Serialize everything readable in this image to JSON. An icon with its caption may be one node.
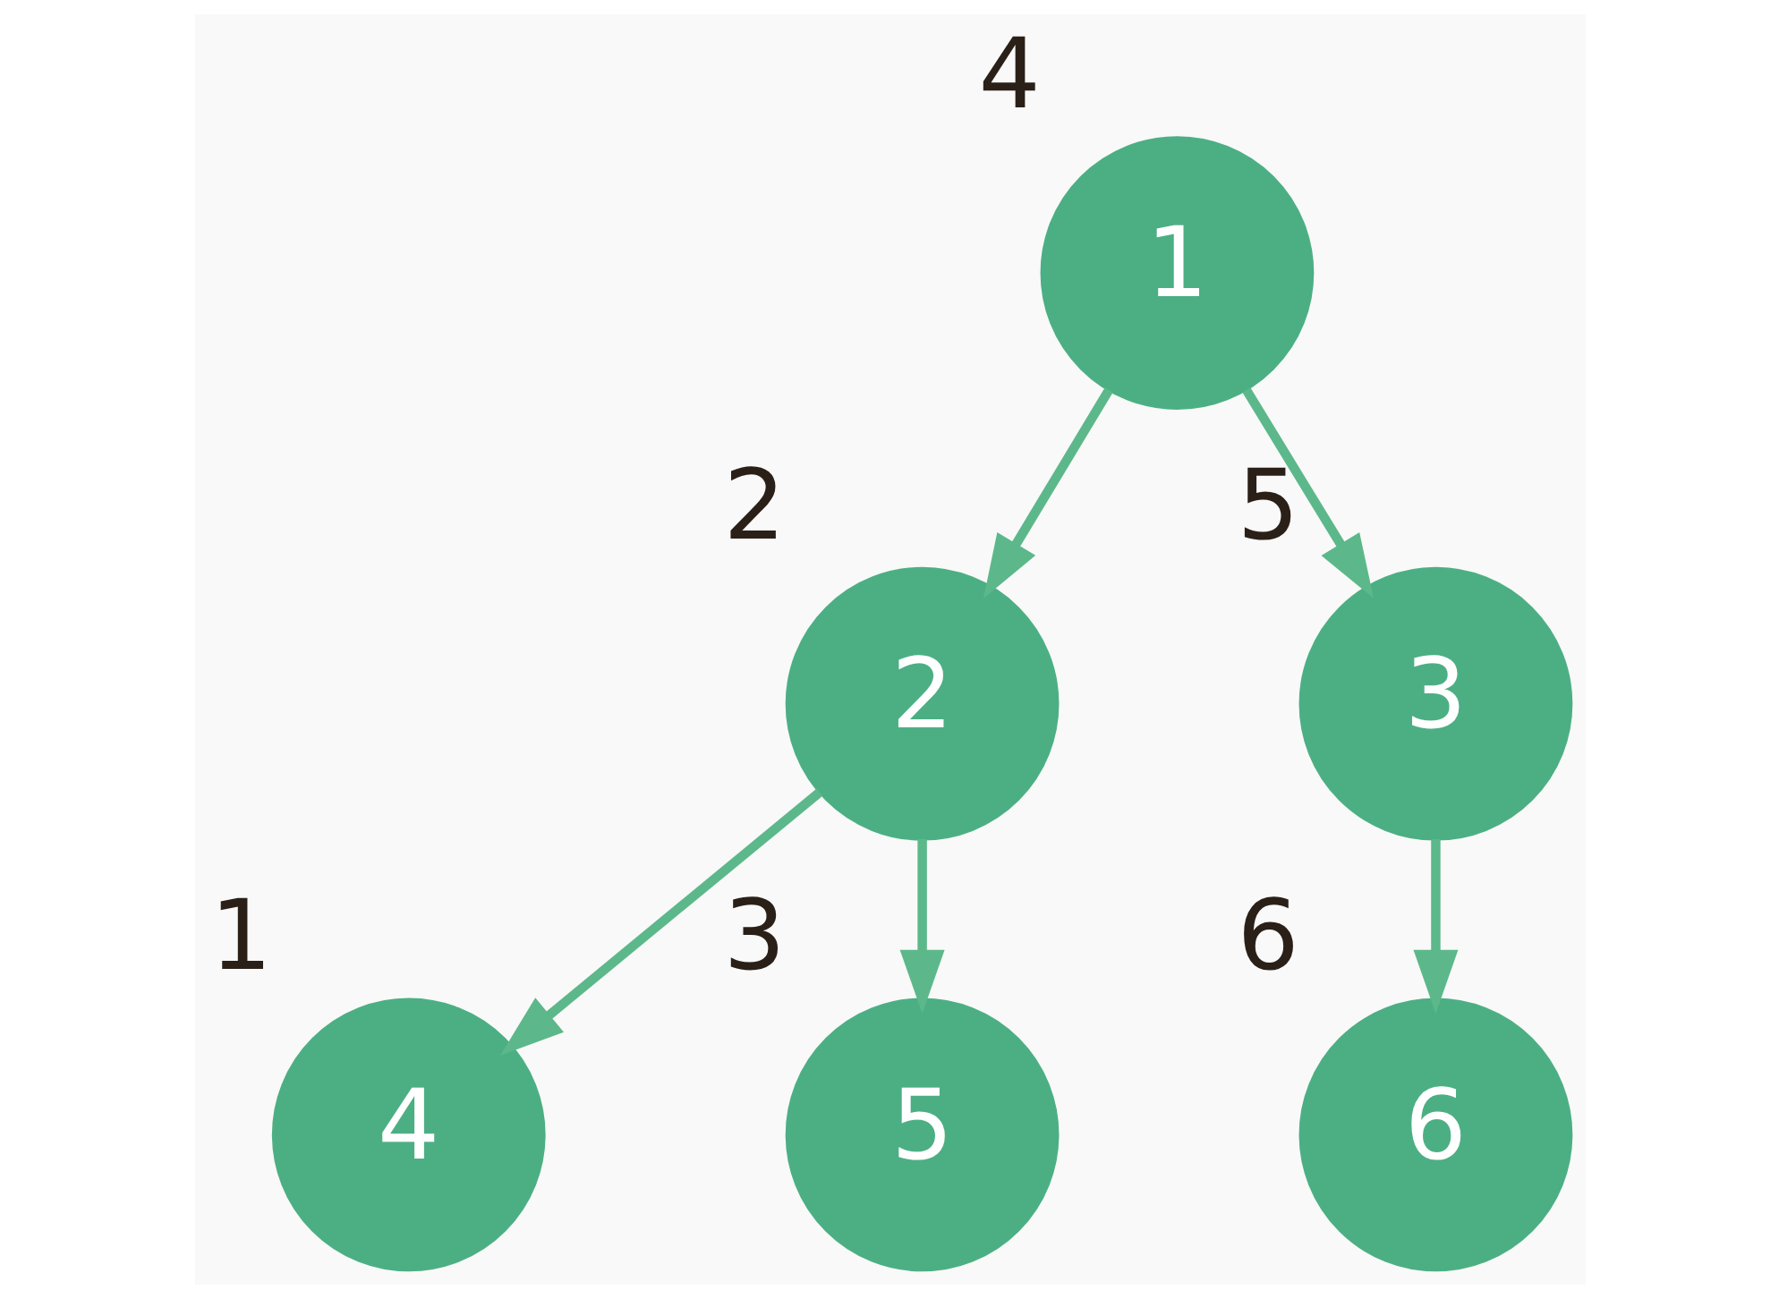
{
  "diagram": {
    "nodes": [
      {
        "text": [
          "1"
        ],
        "beside": [
          "4"
        ]
      },
      {
        "text": [
          "2"
        ],
        "beside": [
          "2"
        ]
      },
      {
        "text": [
          "3"
        ],
        "beside": [
          "5"
        ]
      },
      {
        "text": [
          "4"
        ],
        "beside": [
          "1"
        ]
      },
      {
        "text": [
          "5"
        ],
        "beside": [
          "3"
        ]
      },
      {
        "text": [
          "6"
        ],
        "beside": [
          "6"
        ]
      }
    ],
    "edges": [
      {
        "from": 0,
        "to": 1,
        "arrow": "to"
      },
      {
        "from": 0,
        "to": 2,
        "arrow": "to"
      },
      {
        "from": 1,
        "to": 3,
        "arrow": "to"
      },
      {
        "from": 1,
        "to": 4,
        "arrow": "to"
      },
      {
        "from": 2,
        "to": 5,
        "arrow": "to"
      }
    ]
  }
}
